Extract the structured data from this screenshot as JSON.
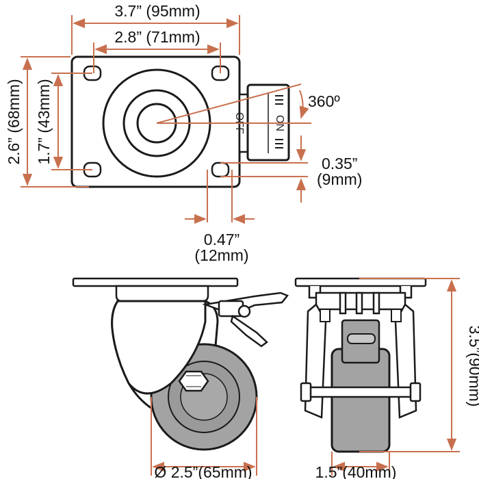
{
  "dimensions": {
    "plate_width": "3.7” (95mm)",
    "hole_spacing_width": "2.8” (71mm)",
    "plate_height": "2.6” (68mm)",
    "hole_spacing_height": "1.7” (43mm)",
    "rotation": "360º",
    "slot_length_in": "0.35”",
    "slot_length_mm": "(9mm)",
    "slot_width_in": "0.47”",
    "slot_width_mm": "(12mm)",
    "wheel_diameter": "Ø 2.5”(65mm)",
    "wheel_width": "1.5”(40mm)",
    "total_height": "3.5”(90mm)"
  },
  "brake_labels": {
    "off": "OFF",
    "on": "ON"
  },
  "colors": {
    "dimension_line": "#c8704e",
    "outline": "#1a1a1a",
    "wheel_gray": "#9a9a9a",
    "plate_fill": "#ffffff"
  }
}
